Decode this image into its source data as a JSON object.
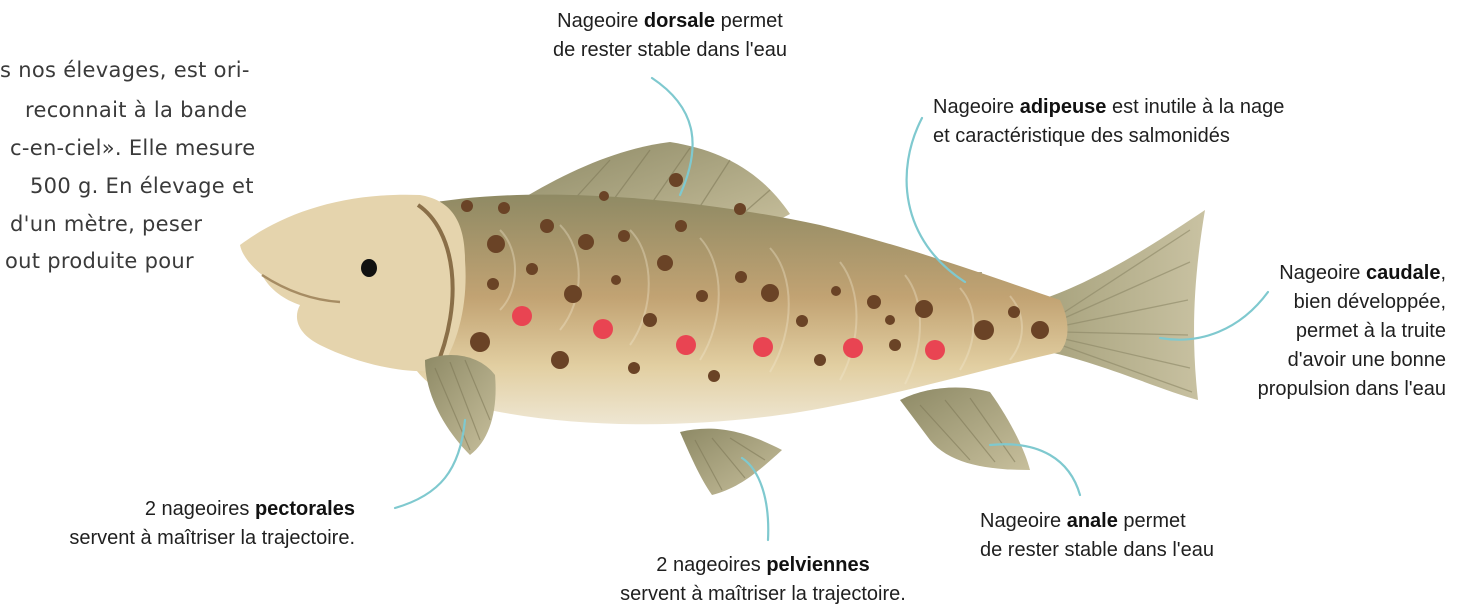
{
  "intro": {
    "lines": [
      "s nos élevages, est ori-",
      "reconnait à la bande",
      "c-en-ciel». Elle mesure",
      "500 g. En élevage et",
      "d'un mètre, peser",
      "out produite pour"
    ]
  },
  "colors": {
    "leader": "#7fc9cf",
    "body_light": "#e8dcc0",
    "body_mid": "#b89a6c",
    "body_dark": "#8f8a64",
    "fin": "#a39d78",
    "spot_dark": "#6a4326",
    "spot_red": "#e94452",
    "eye": "#111111"
  },
  "labels": {
    "dorsale": {
      "line1_pre": "Nageoire ",
      "line1_bold": "dorsale",
      "line1_post": " permet",
      "line2": "de rester stable dans l'eau"
    },
    "adipeuse": {
      "line1_pre": "Nageoire ",
      "line1_bold": "adipeuse",
      "line1_post": " est inutile à la nage",
      "line2": "et caractéristique des salmonidés"
    },
    "caudale": {
      "line1_pre": "Nageoire ",
      "line1_bold": "caudale",
      "line1_post": ",",
      "line2": "bien développée,",
      "line3": "permet à la truite",
      "line4": "d'avoir une bonne",
      "line5": "propulsion dans l'eau"
    },
    "pectorales": {
      "line1_pre": "2 nageoires ",
      "line1_bold": "pectorales",
      "line2": "servent à maîtriser la trajectoire."
    },
    "pelviennes": {
      "line1_pre": "2 nageoires ",
      "line1_bold": "pelviennes",
      "line2": "servent à maîtriser la trajectoire."
    },
    "anale": {
      "line1_pre": "Nageoire ",
      "line1_bold": "anale",
      "line1_post": " permet",
      "line2": "de rester stable dans l'eau"
    }
  }
}
